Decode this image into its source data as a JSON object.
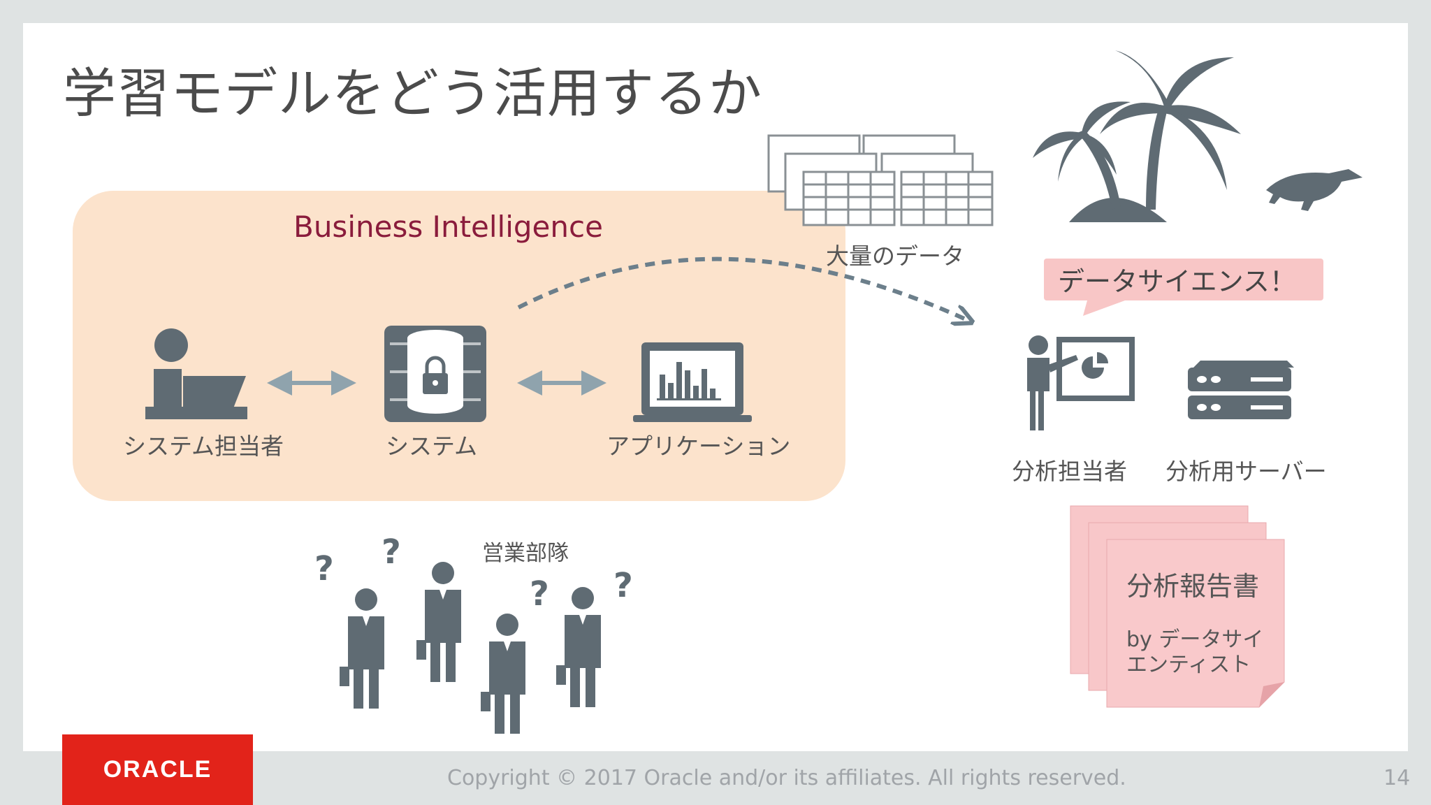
{
  "slide": {
    "title": "学習モデルをどう活用するか",
    "bi_title": "Business Intelligence",
    "labels": {
      "system_operator": "システム担当者",
      "system": "システム",
      "application": "アプリケーション",
      "big_data": "大量のデータ",
      "sales_team": "営業部隊",
      "analyst": "分析担当者",
      "analysis_server": "分析用サーバー"
    },
    "bubble_text": "データサイエンス！",
    "report": {
      "title": "分析報告書",
      "by_line": "by データサイ\nエンティスト"
    },
    "question_mark": "?",
    "logo_text": "ORACLE",
    "copyright": "Copyright © 2017 Oracle and/or its affiliates.  All rights reserved.",
    "page_number": "14"
  },
  "colors": {
    "icon_gray": "#5f6b73",
    "bi_background": "#fce3cc",
    "bi_title": "#8a1c3c",
    "pink_note": "#f8c7c9",
    "oracle_red": "#e2231a"
  }
}
